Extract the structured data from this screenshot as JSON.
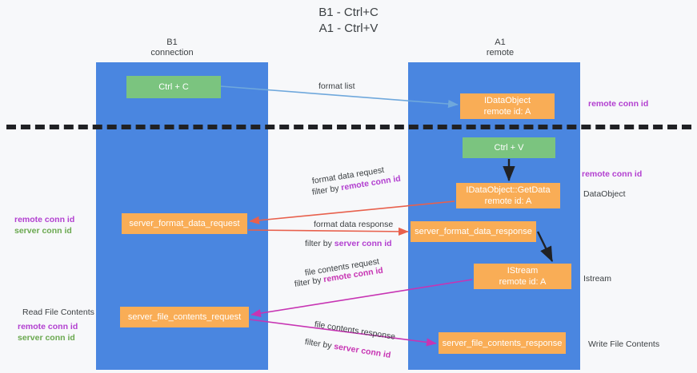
{
  "title": {
    "line1": "B1 - Ctrl+C",
    "line2": "A1 - Ctrl+V"
  },
  "columns": {
    "left": {
      "name": "B1",
      "role": "connection"
    },
    "right": {
      "name": "A1",
      "role": "remote"
    }
  },
  "nodes": {
    "ctrl_c": {
      "label": "Ctrl + C",
      "color": "#7bc47f"
    },
    "idataobject": {
      "label": "IDataObject",
      "sub": "remote id: A",
      "color": "#f9ad56"
    },
    "ctrl_v": {
      "label": "Ctrl + V",
      "color": "#7bc47f"
    },
    "getdata": {
      "label": "IDataObject::GetData",
      "sub": "remote id: A",
      "color": "#f9ad56"
    },
    "server_format_data_request": {
      "label": "server_format_data_request",
      "color": "#f9ad56"
    },
    "server_format_data_response": {
      "label": "server_format_data_response",
      "color": "#f9ad56"
    },
    "istream": {
      "label": "IStream",
      "sub": "remote id: A",
      "color": "#f9ad56"
    },
    "server_file_contents_request": {
      "label": "server_file_contents_request",
      "color": "#f9ad56"
    },
    "server_file_contents_response": {
      "label": "server_file_contents_response",
      "color": "#f9ad56"
    }
  },
  "edges": {
    "format_list": "format list",
    "format_data_request": "format data request",
    "format_data_request_filter_prefix": "filter by ",
    "format_data_request_filter_key": "remote conn id",
    "format_data_response": "format data response",
    "format_data_response_filter_prefix": "filter by ",
    "format_data_response_filter_key": "server conn id",
    "file_contents_request": "file contents request",
    "file_contents_request_filter_prefix": "filter by ",
    "file_contents_request_filter_key": "remote conn id",
    "file_contents_response": "file contents response",
    "file_contents_response_filter_prefix": "filter by ",
    "file_contents_response_filter_key": "server conn id"
  },
  "annotations": {
    "right_remote_conn_id_top": "remote conn id",
    "right_remote_conn_id_mid": "remote conn id",
    "right_dataobject": "DataObject",
    "right_istream": "Istream",
    "right_write_file_contents": "Write File Contents",
    "left_remote_conn_id_mid": "remote conn id",
    "left_server_conn_id_mid": "server conn id",
    "left_read_file_contents": "Read File Contents",
    "left_remote_conn_id_bottom": "remote conn id",
    "left_server_conn_id_bottom": "server conn id"
  },
  "colors": {
    "lane": "#4a86e0",
    "green_node": "#7bc47f",
    "orange_node": "#f9ad56",
    "purple_key": "#b23fd0",
    "green_key": "#6aa84f",
    "arrow_blue": "#6fa8dc",
    "arrow_red": "#e8604c",
    "arrow_magenta": "#c734b3",
    "arrow_black": "#202124",
    "background": "#f7f8fa"
  }
}
